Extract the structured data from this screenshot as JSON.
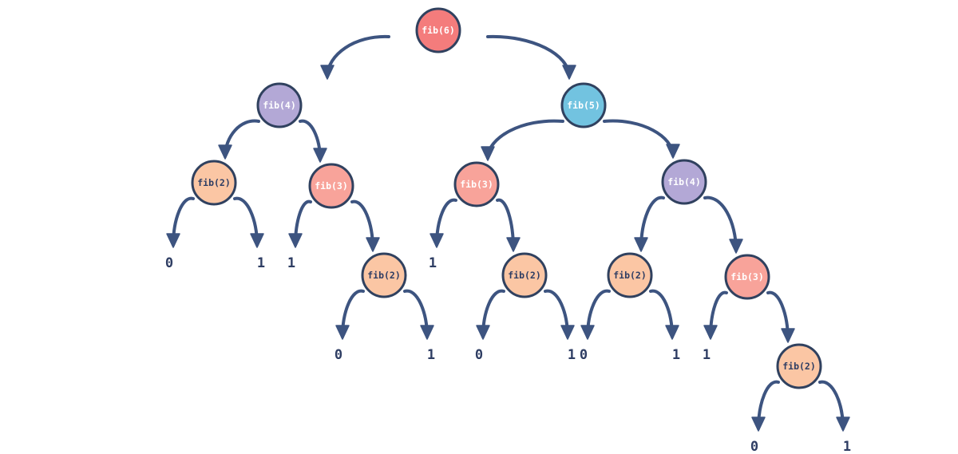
{
  "colors": {
    "fib6": "#f47c7c",
    "fib5": "#72c3e0",
    "fib4": "#b3a8d6",
    "fib3": "#f8a39a",
    "fib2": "#fbc6a4",
    "stroke": "#30415f",
    "arrow": "#3d5480",
    "leaf_text": "#2e3d63"
  },
  "nodes": [
    {
      "id": "n6",
      "label": "fib(6)",
      "color": "fib6",
      "text_color": "#ffffff"
    },
    {
      "id": "n4a",
      "label": "fib(4)",
      "color": "fib4",
      "text_color": "#ffffff"
    },
    {
      "id": "n5",
      "label": "fib(5)",
      "color": "fib5",
      "text_color": "#ffffff"
    },
    {
      "id": "n2a",
      "label": "fib(2)",
      "color": "fib2",
      "text_color": "#2e3d63"
    },
    {
      "id": "n3a",
      "label": "fib(3)",
      "color": "fib3",
      "text_color": "#ffffff"
    },
    {
      "id": "n3b",
      "label": "fib(3)",
      "color": "fib3",
      "text_color": "#ffffff"
    },
    {
      "id": "n4b",
      "label": "fib(4)",
      "color": "fib4",
      "text_color": "#ffffff"
    },
    {
      "id": "n2b",
      "label": "fib(2)",
      "color": "fib2",
      "text_color": "#2e3d63"
    },
    {
      "id": "n2c",
      "label": "fib(2)",
      "color": "fib2",
      "text_color": "#2e3d63"
    },
    {
      "id": "n2d",
      "label": "fib(2)",
      "color": "fib2",
      "text_color": "#2e3d63"
    },
    {
      "id": "n3c",
      "label": "fib(3)",
      "color": "fib3",
      "text_color": "#ffffff"
    },
    {
      "id": "n2e",
      "label": "fib(2)",
      "color": "fib2",
      "text_color": "#2e3d63"
    }
  ],
  "leaves": [
    {
      "id": "l1",
      "value": "0"
    },
    {
      "id": "l2",
      "value": "1"
    },
    {
      "id": "l3",
      "value": "1"
    },
    {
      "id": "l4",
      "value": "1"
    },
    {
      "id": "l5",
      "value": "0"
    },
    {
      "id": "l6",
      "value": "1"
    },
    {
      "id": "l7",
      "value": "0"
    },
    {
      "id": "l8",
      "value": "1"
    },
    {
      "id": "l9",
      "value": "0"
    },
    {
      "id": "l10",
      "value": "1"
    },
    {
      "id": "l11",
      "value": "1"
    },
    {
      "id": "l12",
      "value": "0"
    },
    {
      "id": "l13",
      "value": "1"
    }
  ],
  "edges": [
    [
      "n6",
      "n4a"
    ],
    [
      "n6",
      "n5"
    ],
    [
      "n4a",
      "n2a"
    ],
    [
      "n4a",
      "n3a"
    ],
    [
      "n5",
      "n3b"
    ],
    [
      "n5",
      "n4b"
    ],
    [
      "n2a",
      "l1"
    ],
    [
      "n2a",
      "l2"
    ],
    [
      "n3a",
      "l3"
    ],
    [
      "n3a",
      "n2b"
    ],
    [
      "n3b",
      "l4"
    ],
    [
      "n3b",
      "n2c"
    ],
    [
      "n4b",
      "n2d"
    ],
    [
      "n4b",
      "n3c"
    ],
    [
      "n2b",
      "l5"
    ],
    [
      "n2b",
      "l6"
    ],
    [
      "n2c",
      "l7"
    ],
    [
      "n2c",
      "l8"
    ],
    [
      "n2d",
      "l9"
    ],
    [
      "n2d",
      "l10"
    ],
    [
      "n3c",
      "l11"
    ],
    [
      "n3c",
      "n2e"
    ],
    [
      "n2e",
      "l12"
    ],
    [
      "n2e",
      "l13"
    ]
  ]
}
